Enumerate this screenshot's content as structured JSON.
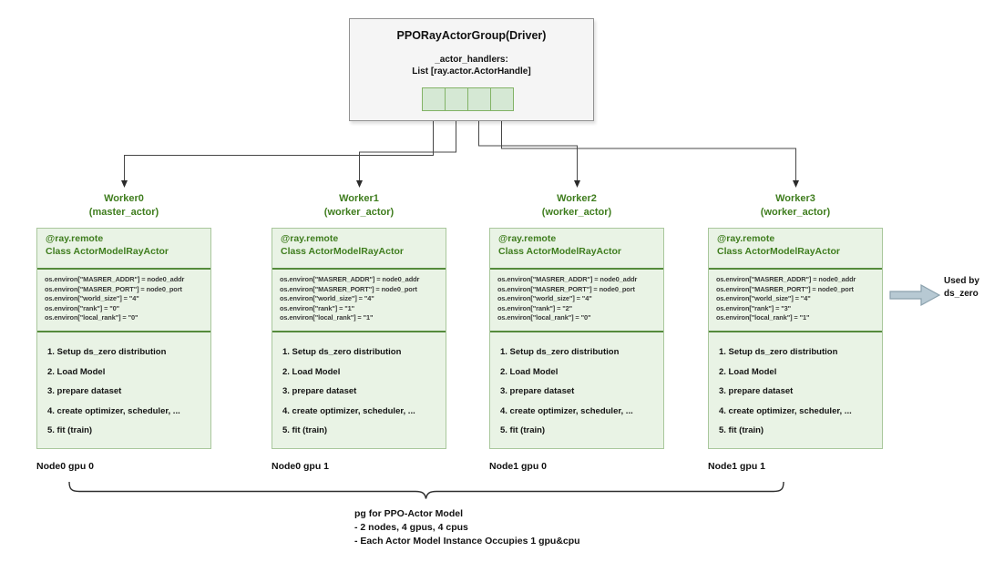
{
  "colors": {
    "worker_box_fill": "#e9f3e5",
    "worker_box_border": "#a9c79c",
    "divider_green": "#558b3c",
    "title_green": "#3f7d1e",
    "handle_fill": "#d5e8d4",
    "handle_border": "#82b366",
    "driver_fill": "#f5f5f5",
    "driver_border": "#919191",
    "used_by_arrow_fill": "#b7c9d3",
    "used_by_arrow_border": "#8ba1ad"
  },
  "driver": {
    "title": "PPORayActorGroup(Driver)",
    "handlers_line1": "_actor_handlers:",
    "handlers_line2": "List [ray.actor.ActorHandle]"
  },
  "workers": [
    {
      "name": "Worker0",
      "role": "(master_actor)",
      "decorator": "@ray.remote",
      "class_name": "Class ActorModelRayActor",
      "env": [
        "os.environ[\"MASRER_ADDR\"] = node0_addr",
        "os.environ[\"MASRER_PORT\"] = node0_port",
        "os.environ[\"world_size\"] = \"4\"",
        "os.environ[\"rank\"] = \"0\"",
        "os.environ[\"local_rank\"] = \"0\""
      ],
      "steps": [
        "1. Setup ds_zero distribution",
        "2. Load Model",
        "3. prepare dataset",
        "4. create optimizer, scheduler, ...",
        "5. fit (train)"
      ],
      "node_label": "Node0 gpu 0"
    },
    {
      "name": "Worker1",
      "role": "(worker_actor)",
      "decorator": "@ray.remote",
      "class_name": "Class ActorModelRayActor",
      "env": [
        "os.environ[\"MASRER_ADDR\"] = node0_addr",
        "os.environ[\"MASRER_PORT\"] = node0_port",
        "os.environ[\"world_size\"] = \"4\"",
        "os.environ[\"rank\"] = \"1\"",
        "os.environ[\"local_rank\"] = \"1\""
      ],
      "steps": [
        "1. Setup ds_zero distribution",
        "2. Load Model",
        "3. prepare dataset",
        "4. create optimizer, scheduler, ...",
        "5. fit (train)"
      ],
      "node_label": "Node0 gpu 1"
    },
    {
      "name": "Worker2",
      "role": "(worker_actor)",
      "decorator": "@ray.remote",
      "class_name": "Class ActorModelRayActor",
      "env": [
        "os.environ[\"MASRER_ADDR\"] = node0_addr",
        "os.environ[\"MASRER_PORT\"] = node0_port",
        "os.environ[\"world_size\"] = \"4\"",
        "os.environ[\"rank\"] = \"2\"",
        "os.environ[\"local_rank\"] = \"0\""
      ],
      "steps": [
        "1. Setup ds_zero distribution",
        "2. Load Model",
        "3. prepare dataset",
        "4. create optimizer, scheduler, ...",
        "5. fit (train)"
      ],
      "node_label": "Node1 gpu 0"
    },
    {
      "name": "Worker3",
      "role": "(worker_actor)",
      "decorator": "@ray.remote",
      "class_name": "Class ActorModelRayActor",
      "env": [
        "os.environ[\"MASRER_ADDR\"] = node0_addr",
        "os.environ[\"MASRER_PORT\"] = node0_port",
        "os.environ[\"world_size\"] = \"4\"",
        "os.environ[\"rank\"] = \"3\"",
        "os.environ[\"local_rank\"] = \"1\""
      ],
      "steps": [
        "1. Setup ds_zero distribution",
        "2. Load Model",
        "3. prepare dataset",
        "4. create optimizer, scheduler, ...",
        "5. fit (train)"
      ],
      "node_label": "Node1 gpu 1"
    }
  ],
  "used_by": {
    "line1": "Used by",
    "line2": "ds_zero"
  },
  "footer": {
    "line1": "pg for PPO-Actor Model",
    "line2": "- 2 nodes, 4 gpus, 4 cpus",
    "line3": "- Each Actor Model Instance Occupies 1 gpu&cpu"
  }
}
